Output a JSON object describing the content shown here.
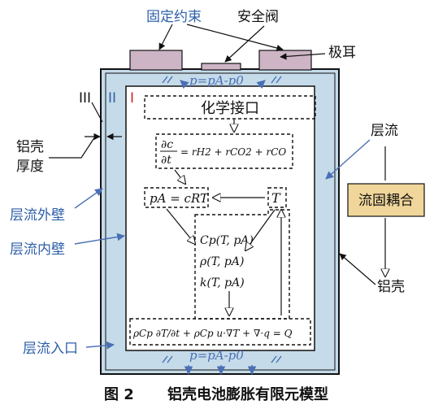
{
  "colors": {
    "outer_fill": "#c5dbe9",
    "inner_fill": "#ffffff",
    "terminal_fill": "#cdb5c6",
    "coupling_fill": "#f0d69a",
    "arrow_blue": "#4a6fb5",
    "label_blue": "#2e5fa8",
    "label_red": "#d62020",
    "stroke": "#111111"
  },
  "labels": {
    "fixed_constraint": "固定约束",
    "safety_valve": "安全阀",
    "tab": "极耳",
    "region_3": "III",
    "region_2": "II",
    "region_1": "I",
    "shell_thickness_1": "铝壳",
    "shell_thickness_2": "厚度",
    "laminar_flow": "层流",
    "laminar_outer_wall": "层流外壁",
    "laminar_inner_wall": "层流内壁",
    "laminar_inlet": "层流入口",
    "fsi_coupling": "流固耦合",
    "aluminum_shell": "铝壳",
    "pressure_bc_top": "p=pA-p0",
    "pressure_bc_bottom": "p=pA-p0"
  },
  "equations": {
    "chem_interface": "化学接口",
    "rate_lhs_num": "∂c",
    "rate_lhs_den": "∂t",
    "rate_rhs": "= rH2 + rCO2 + rCO",
    "state_eq": "pA = cRT",
    "temp": "T",
    "prop_cp": "Cp(T, pA)",
    "prop_rho": "ρ(T, pA)",
    "prop_k": "k(T, pA)",
    "energy_eq": "ρCp ∂T/∂t + ρCp u·∇T + ∇·q = Q"
  },
  "caption": {
    "number": "图 2",
    "text": "铝壳电池膨胀有限元模型"
  }
}
